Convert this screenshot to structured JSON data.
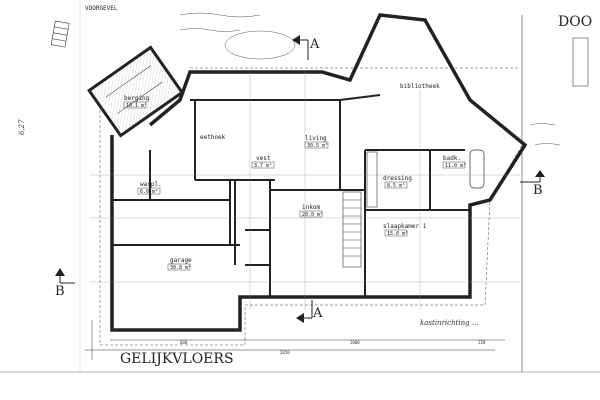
{
  "drawing": {
    "top_title": "VOORGEVEL",
    "corner_title": "DOO",
    "floor_title": "GELIJKVLOERS",
    "section_markers": [
      "A",
      "A",
      "B",
      "B"
    ],
    "rooms": [
      {
        "name": "berging",
        "area": "10.1 m²"
      },
      {
        "name": "eethoek",
        "area": ""
      },
      {
        "name": "living",
        "area": "30.5 m²"
      },
      {
        "name": "vest",
        "area": "3.7 m²"
      },
      {
        "name": "waspl.",
        "area": "6.0 m²"
      },
      {
        "name": "inkom",
        "area": "20.0 m²"
      },
      {
        "name": "dressing",
        "area": "8.5 m²"
      },
      {
        "name": "badk.",
        "area": "11.0 m²"
      },
      {
        "name": "slaapkamer 1",
        "area": "15.0 m²"
      },
      {
        "name": "garage",
        "area": "30.8 m²"
      },
      {
        "name": "bibliotheek",
        "area": ""
      }
    ],
    "dimensions": [
      "600",
      "1000",
      "2050",
      "120"
    ],
    "handwritten_notes": [
      "kastinrichting ...",
      "6,27"
    ],
    "colors": {
      "ink": "#222222",
      "paper": "#ffffff",
      "hatch": "#555555"
    }
  }
}
